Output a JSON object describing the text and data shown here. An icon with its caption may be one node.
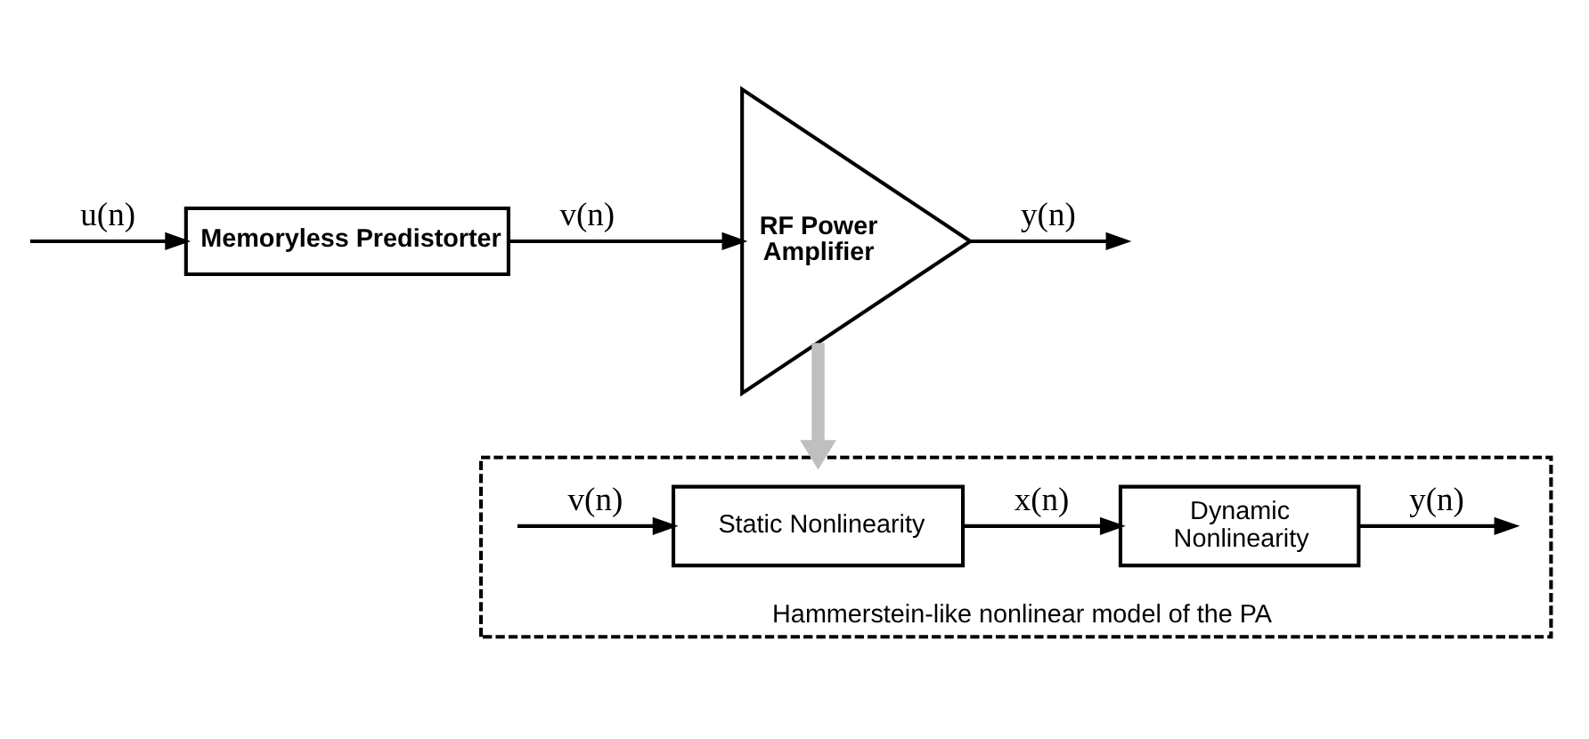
{
  "diagram": {
    "nodes": [
      {
        "text": [
          "Memoryless Predistorter"
        ]
      },
      {
        "text": [
          "RF Power Amplifier"
        ]
      },
      {
        "text": [
          "Hammerstein-like nonlinear model of the PA"
        ]
      },
      {
        "text": [
          "Static Nonlinearity"
        ],
        "in": 2
      },
      {
        "text": [
          "Dynamic Nonlinearity"
        ],
        "in": 2
      }
    ],
    "edges": [
      {
        "from": null,
        "to": 0,
        "arrow": "to",
        "label": "u(n)"
      },
      {
        "from": 0,
        "to": 1,
        "arrow": "to",
        "label": "v(n)"
      },
      {
        "from": 1,
        "to": null,
        "arrow": "to",
        "label": "y(n)"
      },
      {
        "from": 1,
        "to": 2,
        "arrow": "to",
        "style": "thick",
        "color": "#bfbfbf"
      },
      {
        "from": null,
        "to": 3,
        "arrow": "to",
        "label": "v(n)"
      },
      {
        "from": 3,
        "to": 4,
        "arrow": "to",
        "label": "x(n)"
      },
      {
        "from": 4,
        "to": null,
        "arrow": "to",
        "label": "y(n)"
      }
    ]
  }
}
